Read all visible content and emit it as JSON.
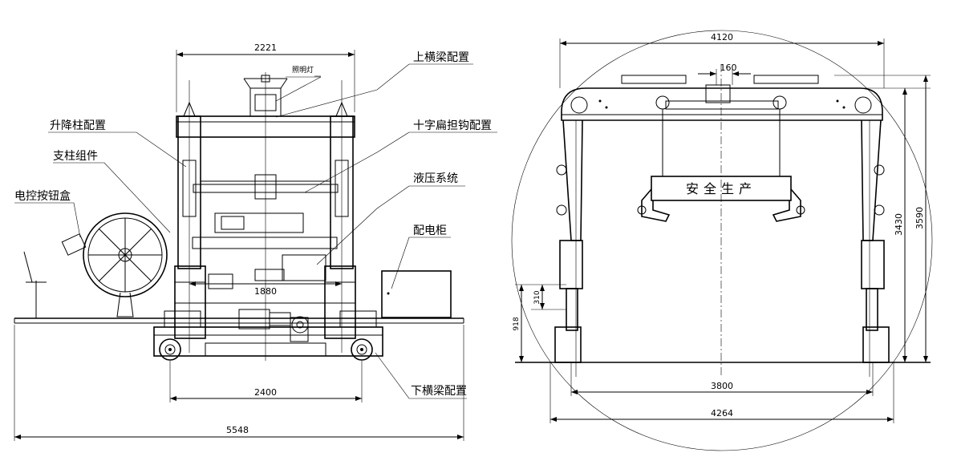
{
  "front_view": {
    "dims": {
      "top_width": "2221",
      "mid_width": "1880",
      "wheel_span": "2400",
      "total_length": "5548"
    },
    "labels": {
      "lamp": "照明灯",
      "upper_beam": "上横梁配置",
      "lift_column": "升降柱配置",
      "cross_hook": "十字扁担钩配置",
      "column_assembly": "支柱组件",
      "hydraulic": "液压系统",
      "control_box": "电控按钮盒",
      "power_cabinet": "配电柜",
      "lower_beam": "下横梁配置"
    }
  },
  "side_view": {
    "dims": {
      "top_width": "4120",
      "hook_gap": "160",
      "track_span": "3800",
      "total_width": "4264",
      "height_inner": "3430",
      "height_total": "3590",
      "foot_height": "310",
      "base_height": "918"
    },
    "safety_sign": "安全生产"
  }
}
